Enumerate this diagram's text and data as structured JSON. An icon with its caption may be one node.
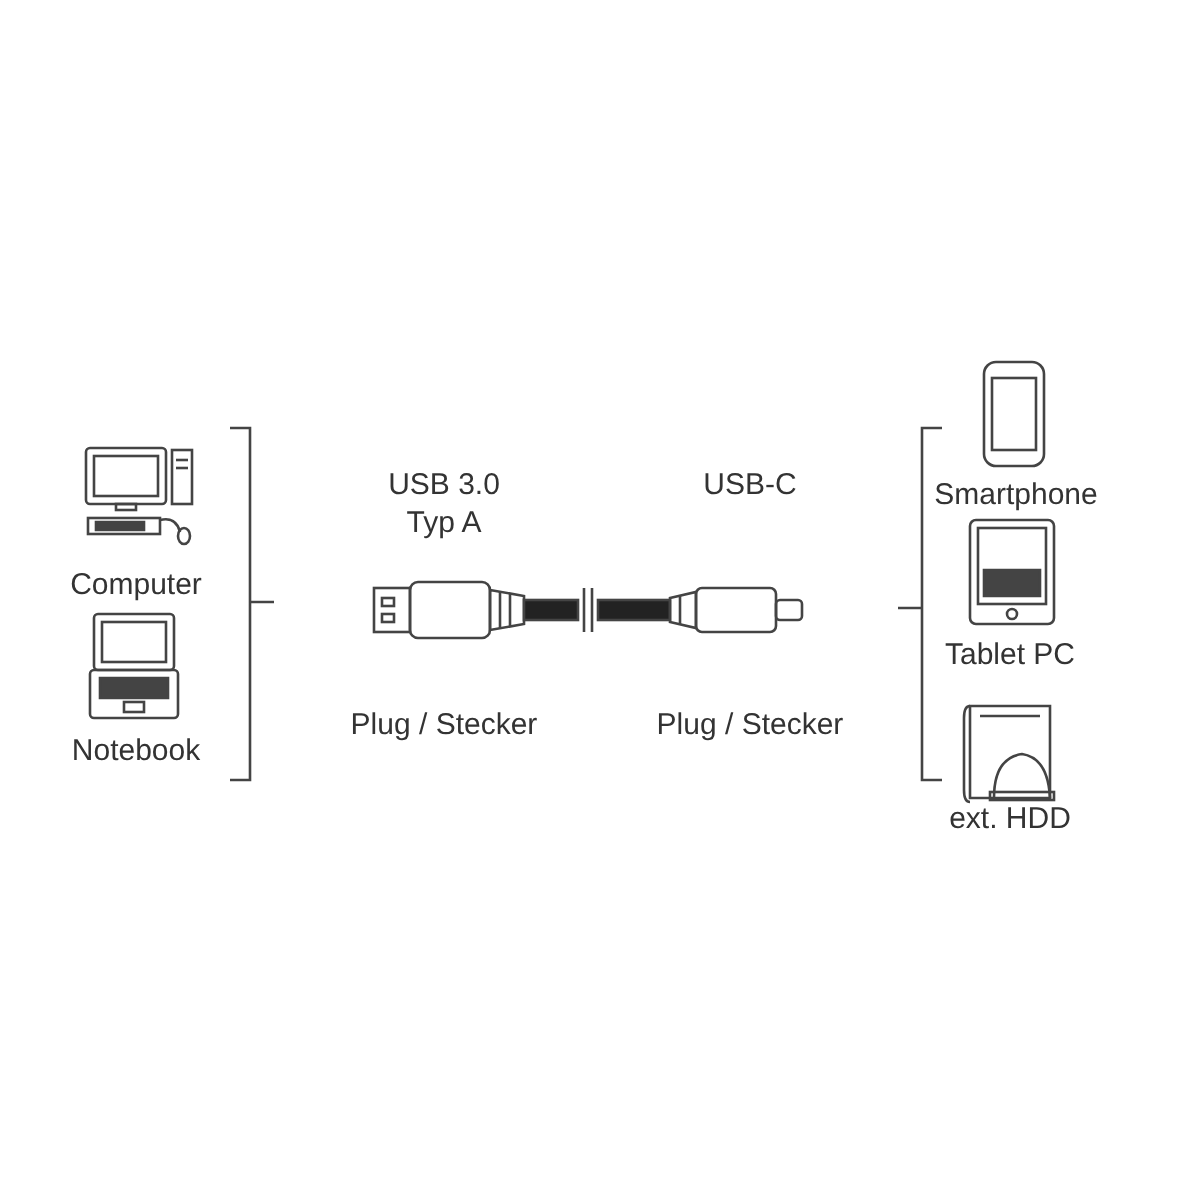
{
  "diagram": {
    "labels": [
      "Computer",
      "Notebook",
      "USB 3.0 Typ A",
      "Plug / Stecker",
      "USB-C",
      "Plug / Stecker",
      "Smartphone",
      "Tablet PC",
      "ext. HDD"
    ]
  }
}
